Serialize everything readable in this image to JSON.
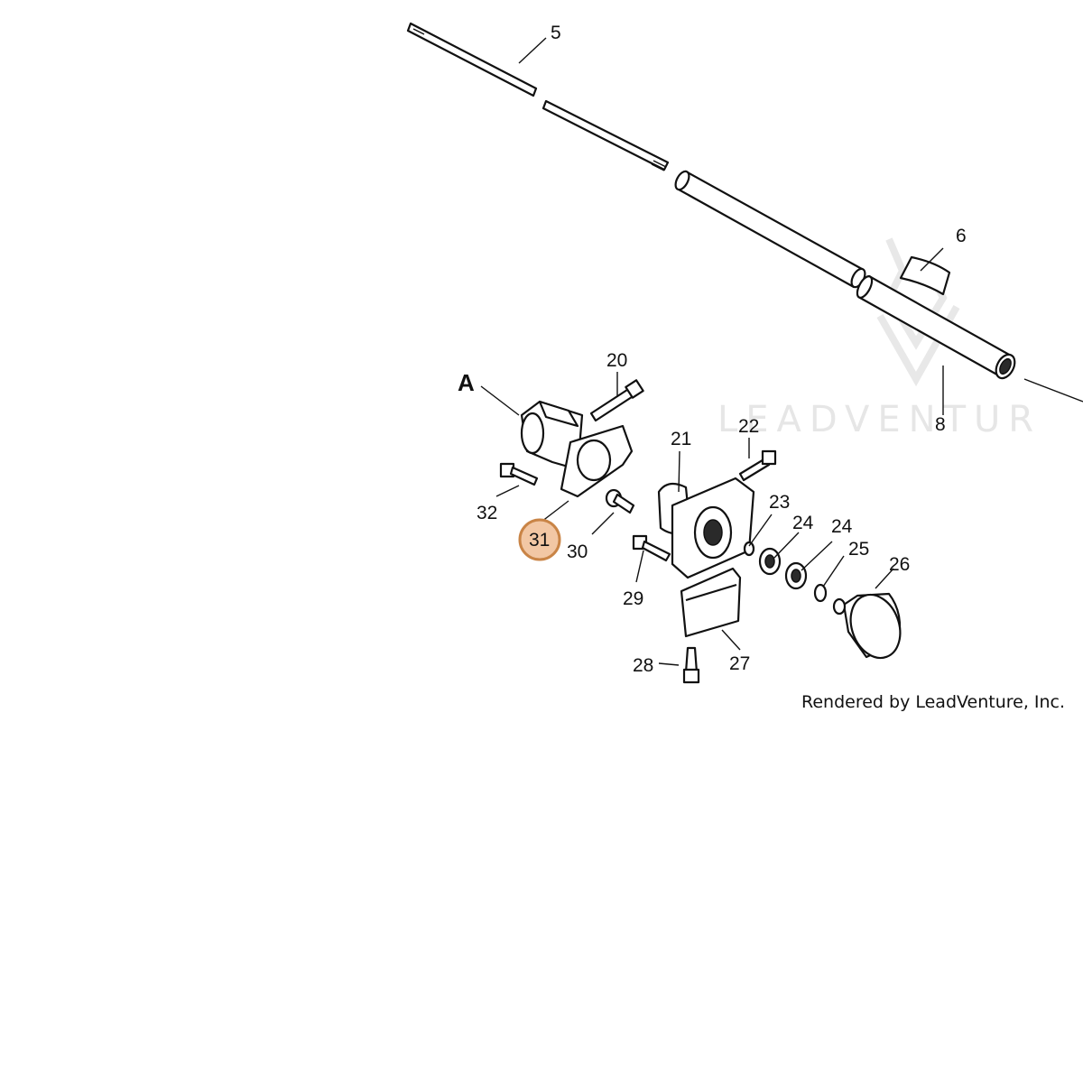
{
  "diagram": {
    "group_label": "A",
    "callouts": {
      "p5": "5",
      "p6": "6",
      "p8": "8",
      "p20": "20",
      "p21": "21",
      "p22": "22",
      "p23": "23",
      "p24a": "24",
      "p24b": "24",
      "p25": "25",
      "p26": "26",
      "p27": "27",
      "p28": "28",
      "p29": "29",
      "p30": "30",
      "p31": "31",
      "p32": "32"
    },
    "highlighted_callout": "31",
    "highlight_color": "#f2c7a4",
    "highlight_border_color": "#c98446",
    "watermark": "LEADVENTUR",
    "credit": "Rendered by LeadVenture, Inc."
  }
}
